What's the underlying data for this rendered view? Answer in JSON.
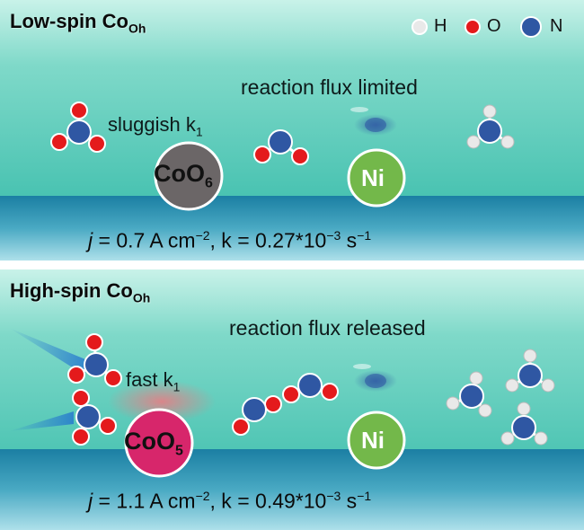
{
  "colors": {
    "hydrogen": "#e9e9e9",
    "oxygen": "#e41a1c",
    "nitrogen": "#2f57a3",
    "co_oh": "#6b6667",
    "co_penta": "#d7266b",
    "ni": "#73b84a",
    "bg_top": "#bfeee4",
    "bg_mid": "#3cc0b0",
    "surface": "#1f8fb0"
  },
  "legend": {
    "h": "H",
    "o": "O",
    "n": "N"
  },
  "top": {
    "title_main": "Low-spin Co",
    "title_sub": "Oh",
    "flux": "reaction  flux limited",
    "k_text": "sluggish k",
    "k_sub": "1",
    "site_main": "CoO",
    "site_sub": "6",
    "ni": "Ni",
    "j_symbol": "j",
    "formula_a": " = 0.7 A cm",
    "formula_sup1": "−2",
    "formula_b": ", k = 0.27*10",
    "formula_sup2": "−3",
    "formula_c": " s",
    "formula_sup3": "−1"
  },
  "bottom": {
    "title_main": "High-spin Co",
    "title_sub": "Oh",
    "flux": "reaction  flux released",
    "k_text": "fast k",
    "k_sub": "1",
    "site_main": "CoO",
    "site_sub": "5",
    "ni": "Ni",
    "j_symbol": "j",
    "formula_a": " = 1.1 A cm",
    "formula_sup1": "−2",
    "formula_b": ", k = 0.49*10",
    "formula_sup2": "−3",
    "formula_c": " s",
    "formula_sup3": "−1"
  }
}
